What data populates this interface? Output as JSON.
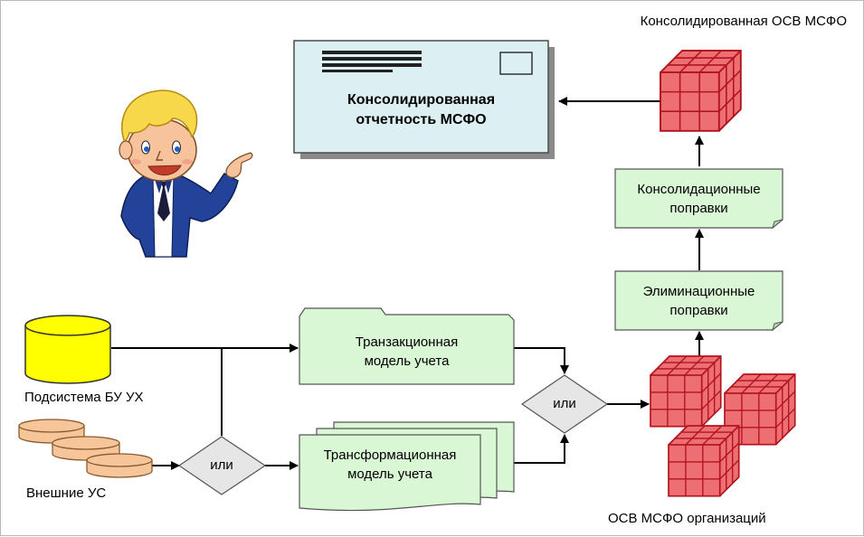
{
  "colors": {
    "note_fill": "#d9f7d4",
    "cube_fill": "#ee6f73",
    "cube_line": "#b2141c",
    "doc_fill": "#dceff3",
    "db_fill": "#ffff00",
    "disk_fill": "#f7c59a",
    "diamond_fill": "#e6e6e6"
  },
  "report": {
    "title_line1": "Консолидированная",
    "title_line2": "отчетность МСФО"
  },
  "cube_top_label": "Консолидированная ОСВ МСФО",
  "consolidation_note": {
    "line1": "Консолидационные",
    "line2": "поправки"
  },
  "elimination_note": {
    "line1": "Элиминационные",
    "line2": "поправки"
  },
  "transaction_model": {
    "line1": "Транзакционная",
    "line2": "модель учета"
  },
  "transformation_model": {
    "line1": "Трансформационная",
    "line2": "модель учета"
  },
  "or_right": "или",
  "or_left": "или",
  "subsystem_label": "Подсистема БУ УХ",
  "external_label": "Внешние УС",
  "org_cubes_label": "ОСВ МСФО организаций"
}
